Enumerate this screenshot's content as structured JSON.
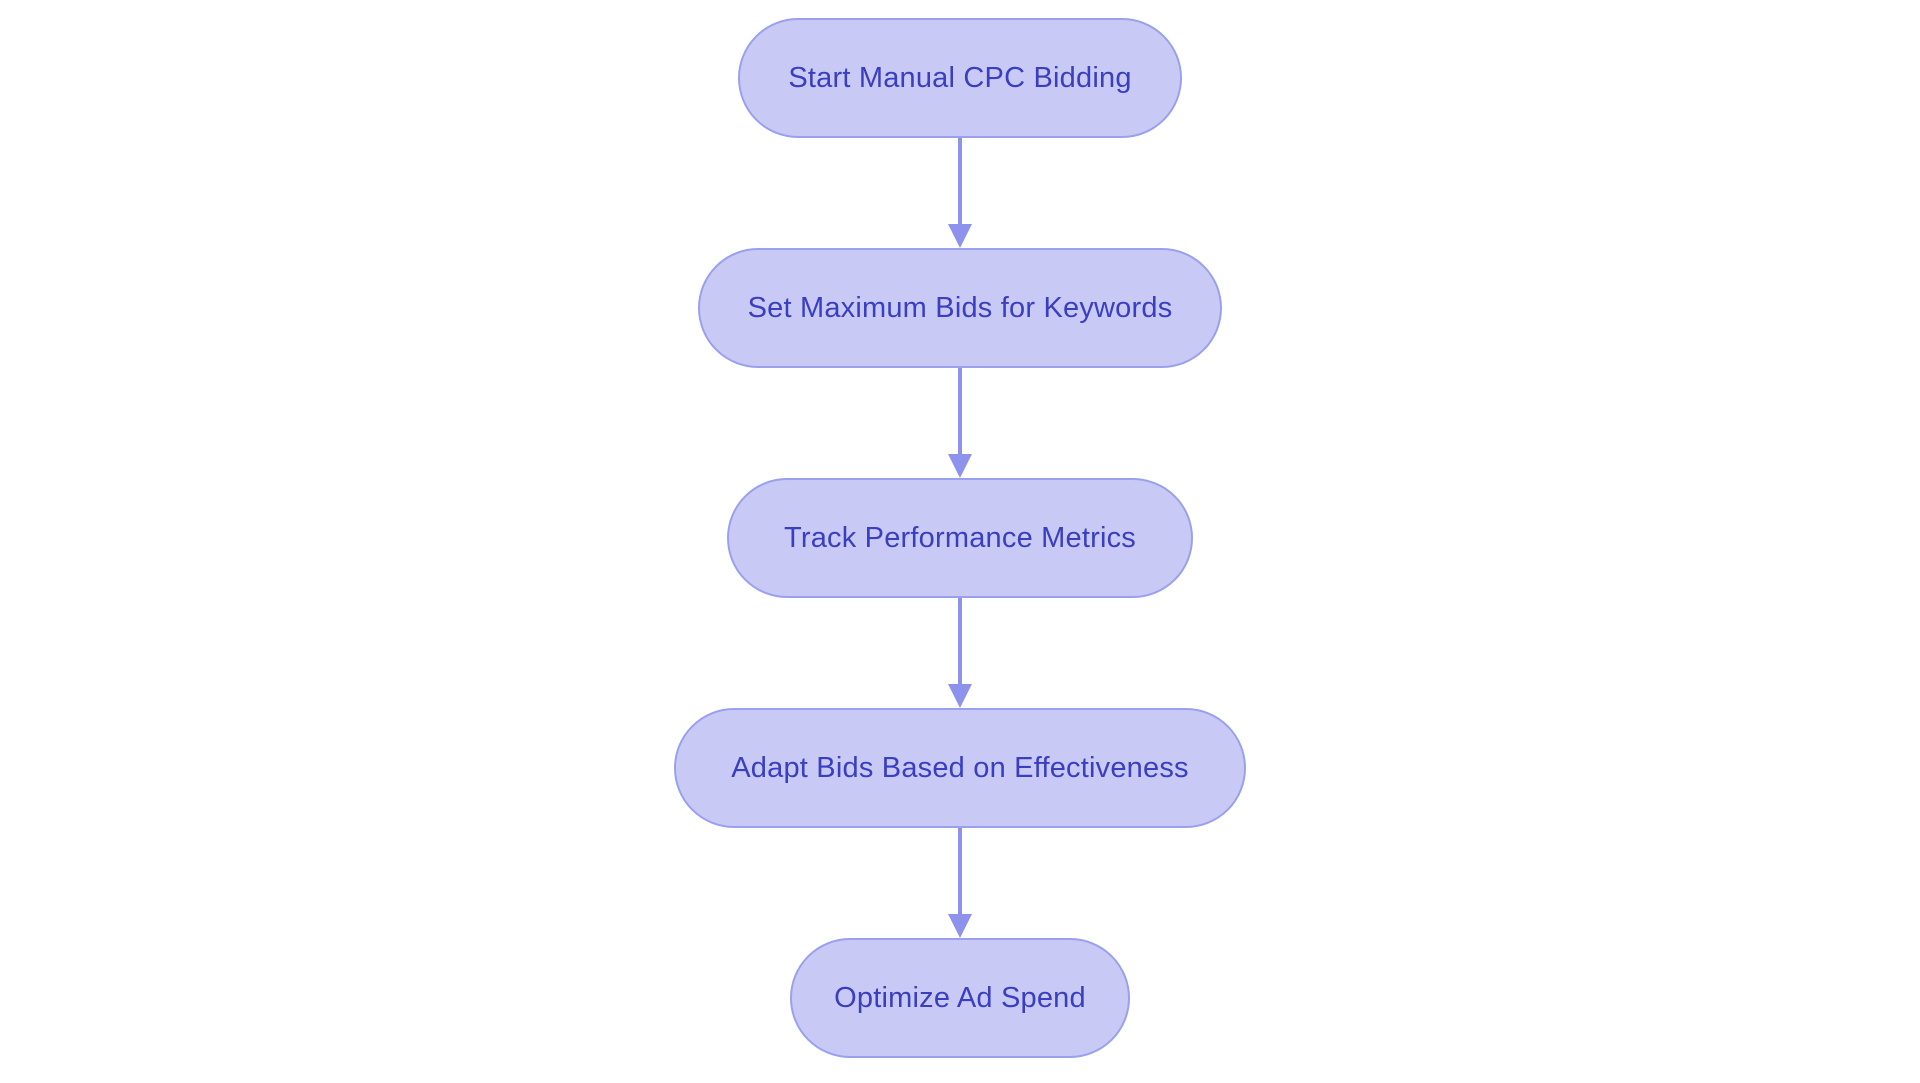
{
  "flowchart": {
    "type": "flowchart-vertical",
    "nodes": [
      {
        "id": "start",
        "label": "Start Manual CPC Bidding"
      },
      {
        "id": "set-bids",
        "label": "Set Maximum Bids for Keywords"
      },
      {
        "id": "track",
        "label": "Track Performance Metrics"
      },
      {
        "id": "adapt",
        "label": "Adapt Bids Based on Effectiveness"
      },
      {
        "id": "optimize",
        "label": "Optimize Ad Spend"
      }
    ],
    "edges": [
      {
        "from": "start",
        "to": "set-bids",
        "style": "arrow-down"
      },
      {
        "from": "set-bids",
        "to": "track",
        "style": "arrow-down"
      },
      {
        "from": "track",
        "to": "adapt",
        "style": "arrow-down"
      },
      {
        "from": "adapt",
        "to": "optimize",
        "style": "arrow-down"
      }
    ]
  },
  "colors": {
    "background": "#ffffff",
    "node_fill": "#c8caf5",
    "node_border": "#9ba0ee",
    "node_text": "#3a3ec0",
    "arrow": "#8d92ec"
  }
}
